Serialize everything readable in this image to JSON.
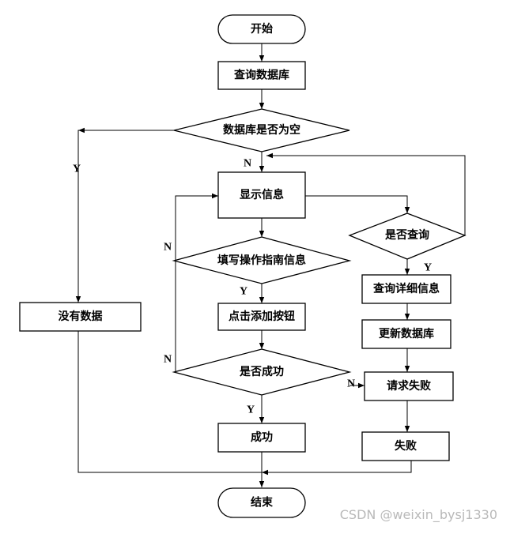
{
  "nodes": {
    "start": "开始",
    "query_db": "查询数据库",
    "db_empty": "数据库是否为空",
    "show_info": "显示信息",
    "fill_guide": "填写操作指南信息",
    "click_add": "点击添加按钮",
    "is_success": "是否成功",
    "success": "成功",
    "no_data": "没有数据",
    "is_query": "是否查询",
    "query_detail": "查询详细信息",
    "update_db": "更新数据库",
    "request_fail": "请求失败",
    "fail": "失败",
    "end": "结束"
  },
  "labels": {
    "db_empty_no": "N",
    "db_empty_yes": "Y",
    "fill_no": "N",
    "fill_yes": "Y",
    "success_no_left": "N",
    "success_no_right": "N",
    "success_yes": "Y",
    "query_yes": "Y"
  },
  "watermark": "CSDN @weixin_bysj1330"
}
